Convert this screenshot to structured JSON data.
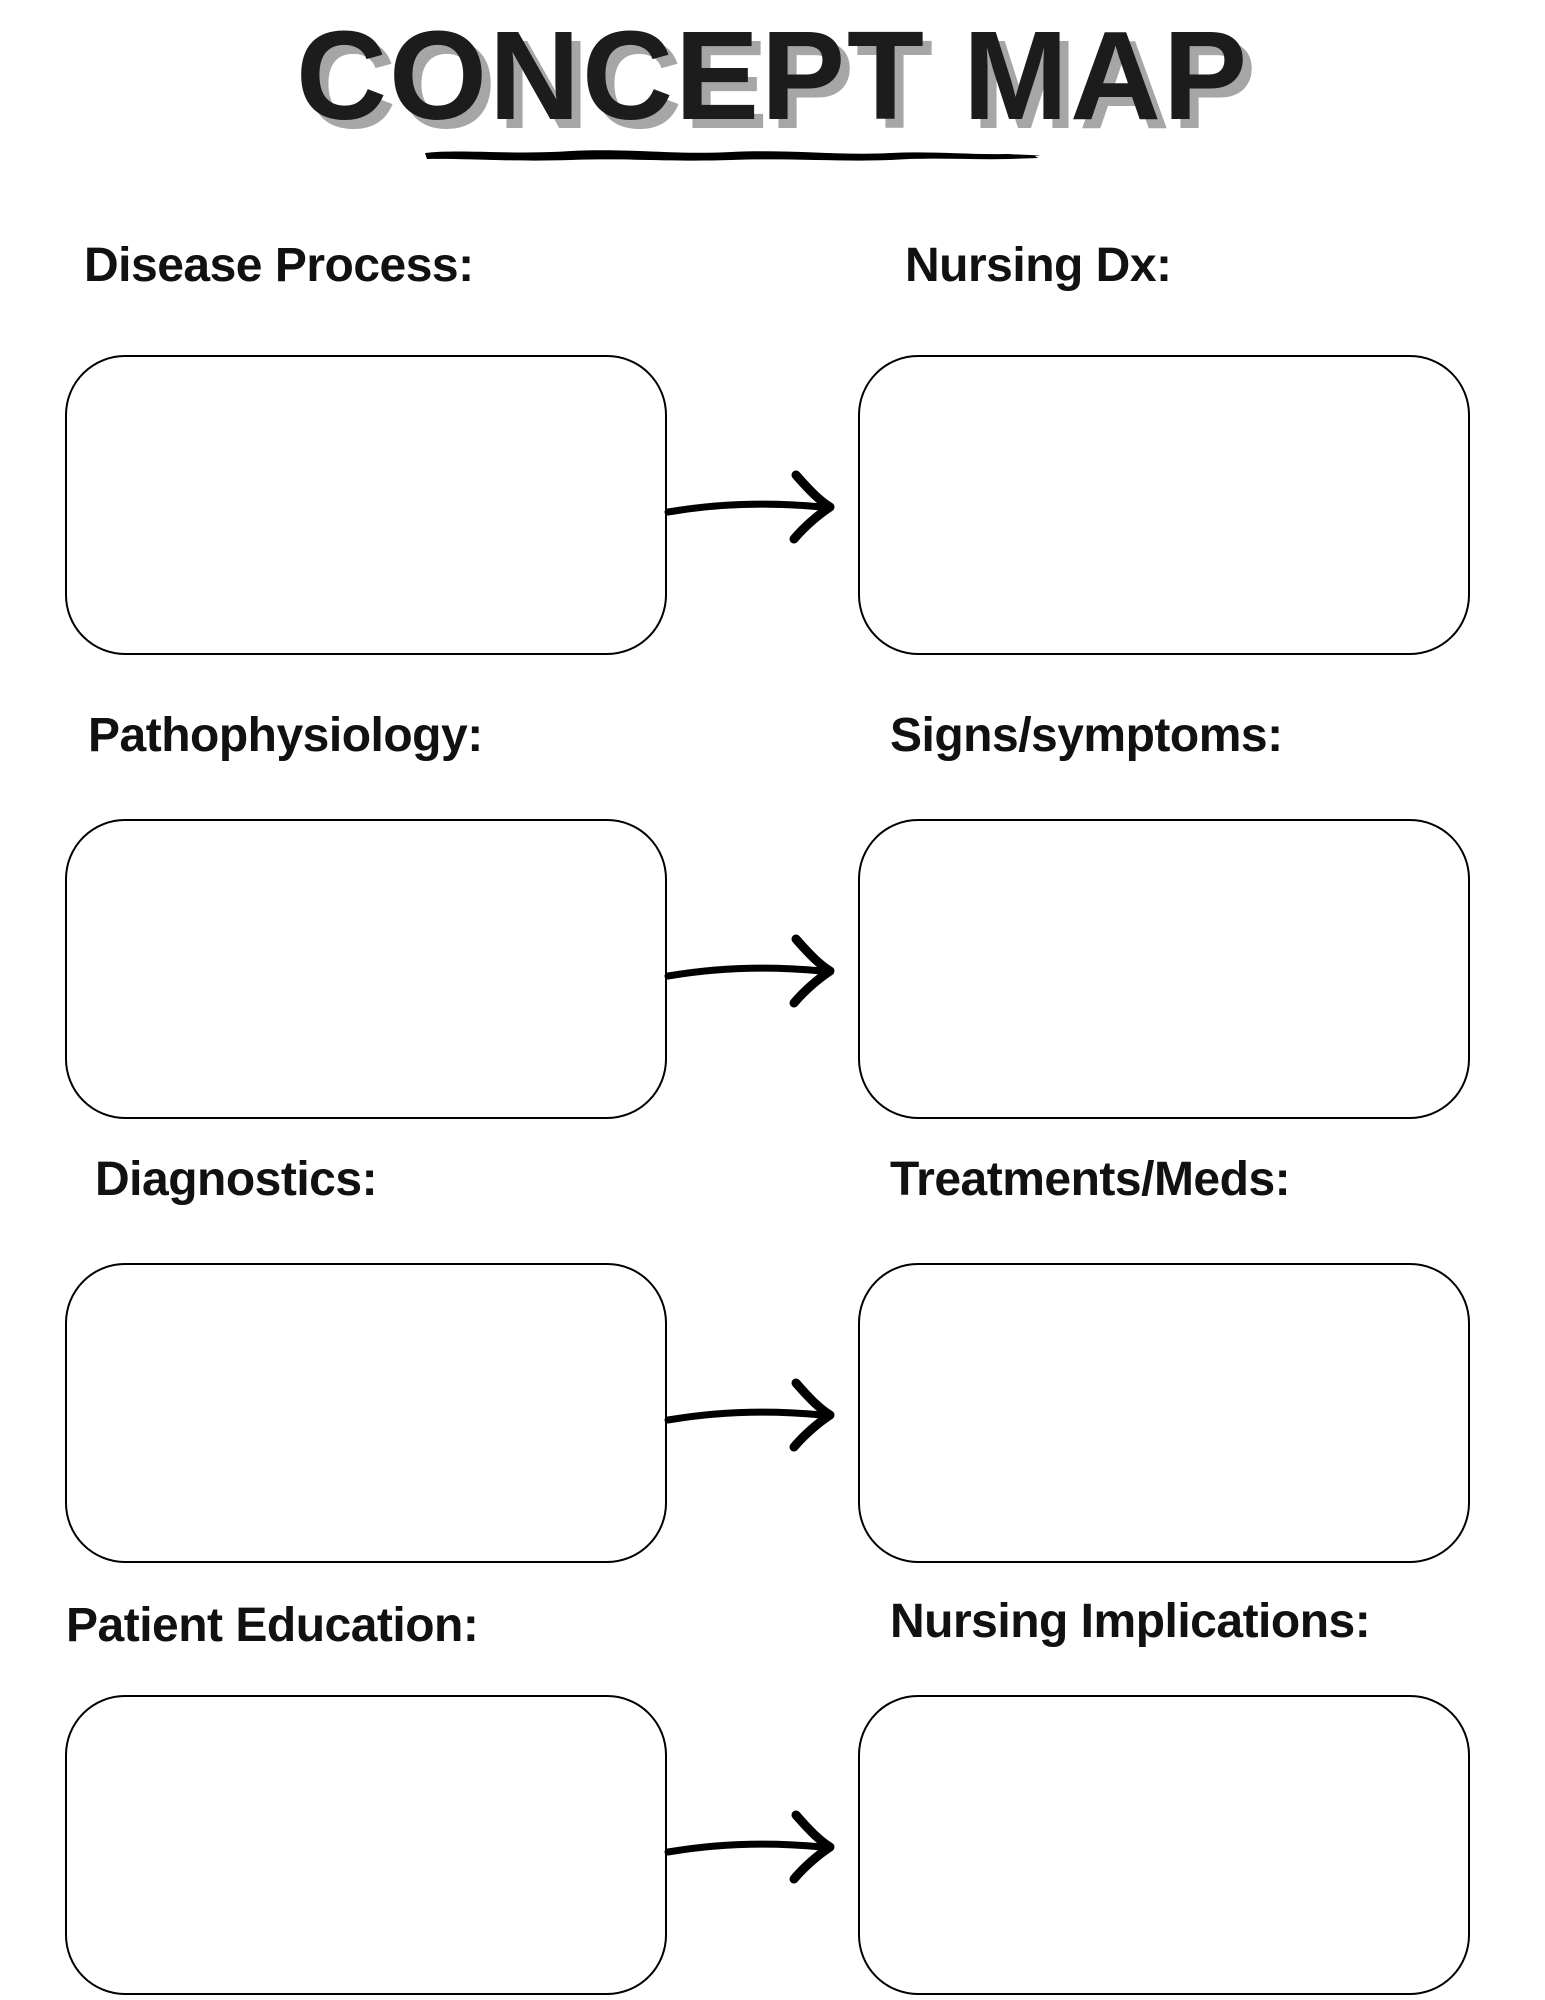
{
  "title": "CONCEPT MAP",
  "colors": {
    "page_bg": "#ffffff",
    "text": "#111111",
    "title_text": "#1c1c1c",
    "title_shadow": "#a6a6a6",
    "box_border": "#000000",
    "underline": "#000000"
  },
  "icons": {
    "arrow": "arrow-right-icon",
    "underline": "brush-stroke-underline"
  },
  "rows": [
    {
      "left_label": "Disease Process:",
      "right_label": "Nursing Dx:"
    },
    {
      "left_label": "Pathophysiology:",
      "right_label": "Signs/symptoms:"
    },
    {
      "left_label": "Diagnostics:",
      "right_label": "Treatments/Meds:"
    },
    {
      "left_label": "Patient Education:",
      "right_label": "Nursing Implications:"
    }
  ]
}
